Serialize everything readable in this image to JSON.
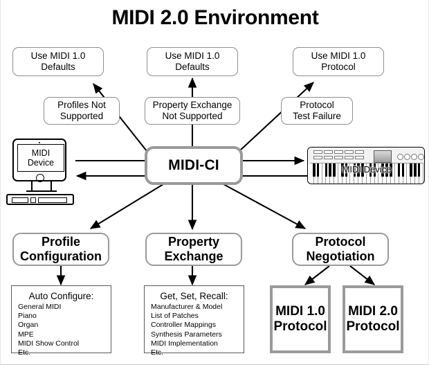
{
  "title": "MIDI 2.0 Environment",
  "center": {
    "label": "MIDI-CI"
  },
  "devices": {
    "left": {
      "name": "computer-midi-device",
      "line1": "MIDI",
      "line2": "Device"
    },
    "right": {
      "name": "keyboard-midi-device",
      "label": "MIDI Device"
    }
  },
  "outcomes": [
    {
      "id": "use-midi-1-0-defaults-left",
      "line1": "Use MIDI 1.0",
      "line2": "Defaults"
    },
    {
      "id": "use-midi-1-0-defaults-center",
      "line1": "Use MIDI 1.0",
      "line2": "Defaults"
    },
    {
      "id": "use-midi-1-0-protocol-right",
      "line1": "Use MIDI 1.0",
      "line2": "Protocol"
    }
  ],
  "failures": [
    {
      "id": "profiles-not-supported",
      "line1": "Profiles Not",
      "line2": "Supported"
    },
    {
      "id": "property-exchange-not-supported",
      "line1": "Property Exchange",
      "line2": "Not Supported"
    },
    {
      "id": "protocol-test-failure",
      "line1": "Protocol",
      "line2": "Test Failure"
    }
  ],
  "features": [
    {
      "id": "profile-configuration",
      "line1": "Profile",
      "line2": "Configuration"
    },
    {
      "id": "property-exchange",
      "line1": "Property",
      "line2": "Exchange"
    },
    {
      "id": "protocol-negotiation",
      "line1": "Protocol",
      "line2": "Negotiation"
    }
  ],
  "details": {
    "profile": {
      "heading": "Auto Configure:",
      "items": [
        "General MIDI",
        "Piano",
        "Organ",
        "MPE",
        "MIDI Show Control",
        "Etc."
      ]
    },
    "property": {
      "heading": "Get, Set, Recall:",
      "items": [
        "Manufacturer & Model",
        "List of Patches",
        "Controller Mappings",
        "Synthesis Parameters",
        "MIDI Implementation",
        "Etc."
      ]
    }
  },
  "protocols": [
    {
      "id": "midi-1-0-protocol",
      "line1": "MIDI 1.0",
      "line2": "Protocol"
    },
    {
      "id": "midi-2-0-protocol",
      "line1": "MIDI 2.0",
      "line2": "Protocol"
    }
  ],
  "colors": {
    "thin_border": "#8d8d8d",
    "bold_border": "#9a9a9a",
    "dark_border": "#5a5a5a",
    "line": "#000000",
    "background": "#ffffff"
  }
}
